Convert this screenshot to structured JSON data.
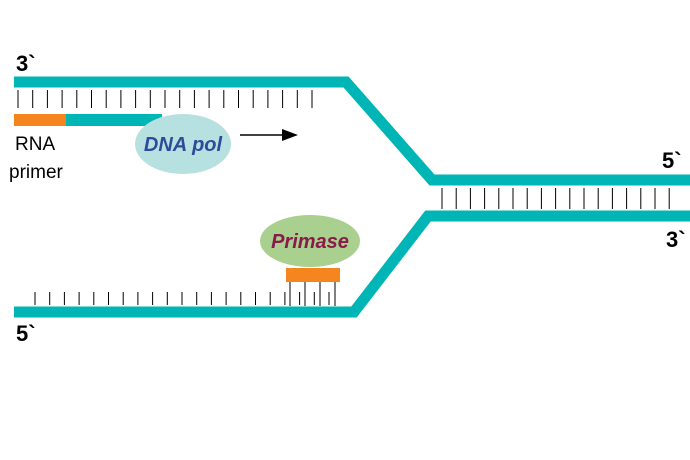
{
  "labels": {
    "top_left_end": "3`",
    "bottom_left_end": "5`",
    "right_upper_end": "5`",
    "right_lower_end": "3`",
    "rna_primer_line1": "RNA",
    "rna_primer_line2": "primer",
    "dna_pol": "DNA pol",
    "primase": "Primase"
  },
  "colors": {
    "strand": "#00b5b5",
    "primer": "#f5861f",
    "tick": "#000000",
    "dna_pol_fill": "#b7e1e0",
    "dna_pol_text": "#2f4a9a",
    "primase_fill": "#a9d08e",
    "primase_text": "#8a1a4a",
    "arrow": "#000000"
  },
  "icons": {
    "direction_arrow": "right-arrow-icon"
  }
}
